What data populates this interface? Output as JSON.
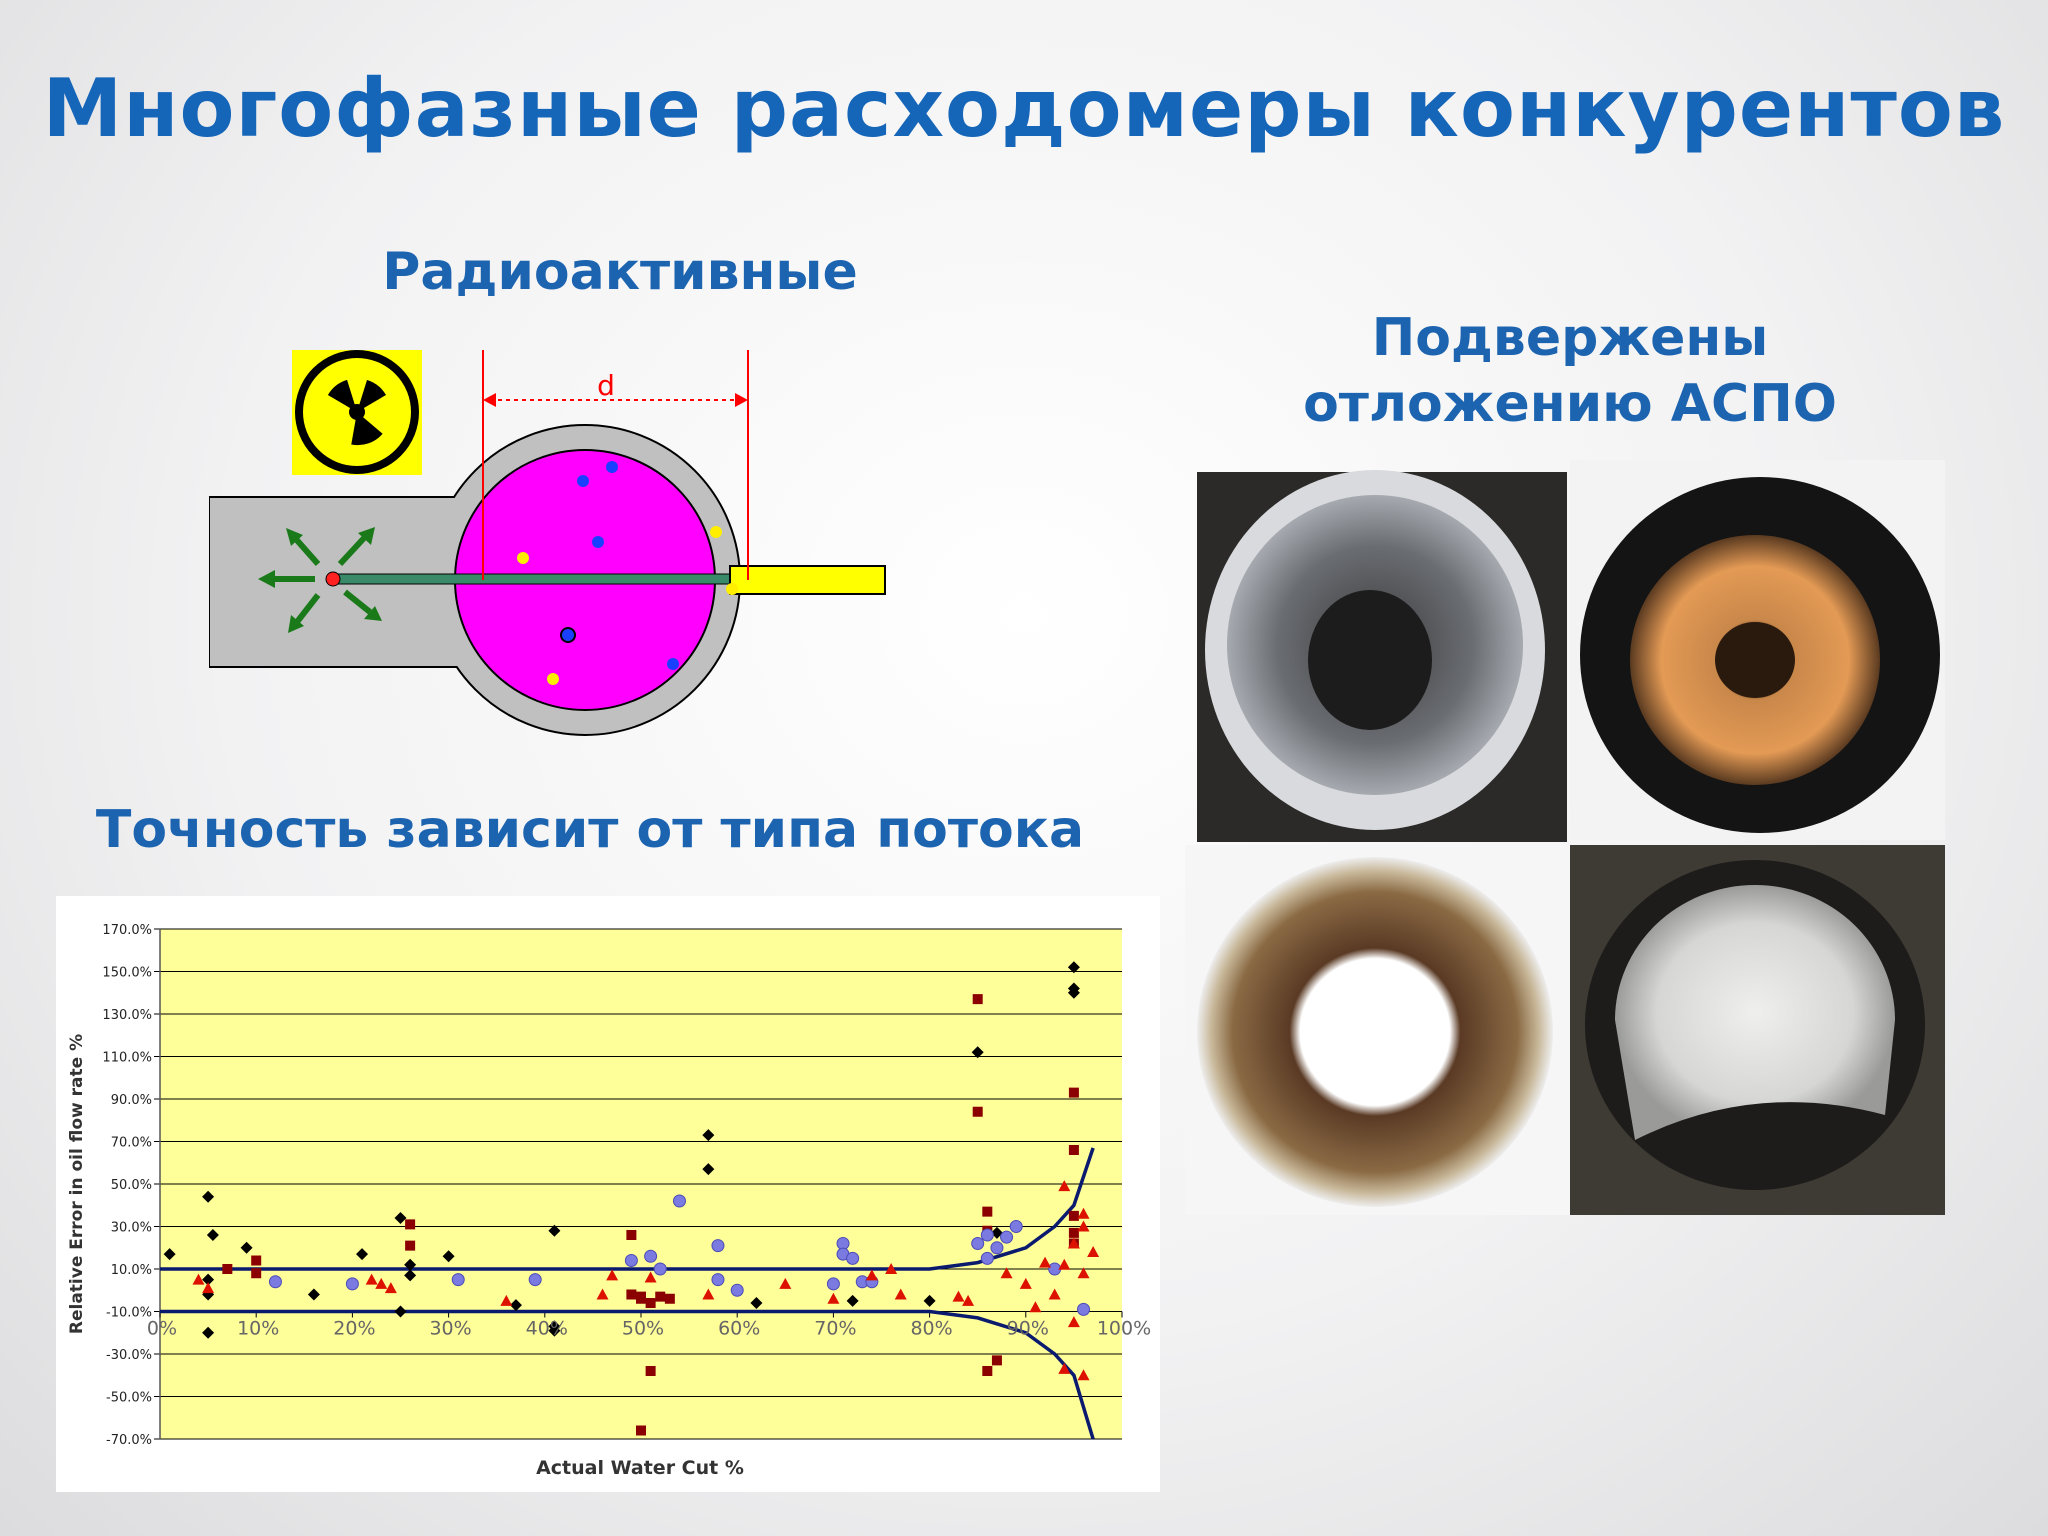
{
  "slide": {
    "title": "Многофазные расходомеры конкурентов",
    "radio_heading": "Радиоактивные",
    "aspo_heading_line1": "Подвержены",
    "aspo_heading_line2": "отложению АСПО",
    "accuracy_heading": "Точность зависит от типа потока"
  },
  "diagram": {
    "dimension_label": "d",
    "radiation_icon": "radiation-trefoil-icon",
    "colors": {
      "pipe_interior": "#ff00ff",
      "housing": "#c0c0c0",
      "radiation_sign_bg": "#ffff00",
      "detector": "#ffff00",
      "arrows": "#1a7a1a",
      "dimension_lines": "#ff0000"
    }
  },
  "photos": [
    {
      "name": "grey-deposit-pipe"
    },
    {
      "name": "orange-ring-deposit-pipe"
    },
    {
      "name": "brown-ring-deposit-pipe"
    },
    {
      "name": "white-plug-deposit-pipe"
    }
  ],
  "chart_data": {
    "type": "scatter",
    "title": "",
    "xlabel": "Actual Water Cut %",
    "ylabel": "Relative Error in oil flow rate %",
    "xlim": [
      0,
      100
    ],
    "ylim": [
      -70,
      170
    ],
    "x_ticks": [
      "0%",
      "10%",
      "20%",
      "30%",
      "40%",
      "50%",
      "60%",
      "70%",
      "80%",
      "90%",
      "100%"
    ],
    "y_ticks": [
      "170.0%",
      "150.0%",
      "130.0%",
      "110.0%",
      "90.0%",
      "70.0%",
      "50.0%",
      "30.0%",
      "10.0%",
      "-10.0%",
      "-30.0%",
      "-50.0%",
      "-70.0%"
    ],
    "grid": "horizontal",
    "background": "#ffff99",
    "envelope_color": "#0a1a6e",
    "envelope": {
      "upper": [
        [
          0,
          10
        ],
        [
          80,
          10
        ],
        [
          85,
          13
        ],
        [
          90,
          20
        ],
        [
          93,
          30
        ],
        [
          95,
          40
        ],
        [
          97,
          67
        ]
      ],
      "lower": [
        [
          0,
          -10
        ],
        [
          80,
          -10
        ],
        [
          85,
          -13
        ],
        [
          90,
          -20
        ],
        [
          93,
          -30
        ],
        [
          95,
          -40
        ],
        [
          97,
          -70
        ]
      ]
    },
    "series": [
      {
        "marker": "diamond",
        "color": "#000000",
        "points": [
          [
            1,
            17
          ],
          [
            5,
            -2
          ],
          [
            5,
            5
          ],
          [
            5,
            -20
          ],
          [
            5,
            44
          ],
          [
            5.5,
            26
          ],
          [
            9,
            20
          ],
          [
            16,
            -2
          ],
          [
            21,
            17
          ],
          [
            25,
            -10
          ],
          [
            25,
            34
          ],
          [
            26,
            12
          ],
          [
            26,
            7
          ],
          [
            30,
            16
          ],
          [
            37,
            -7
          ],
          [
            41,
            28
          ],
          [
            41,
            -17
          ],
          [
            41,
            -19
          ],
          [
            57,
            57
          ],
          [
            57,
            73
          ],
          [
            62,
            -6
          ],
          [
            72,
            -5
          ],
          [
            80,
            -5
          ],
          [
            85,
            22
          ],
          [
            85,
            112
          ],
          [
            87,
            27
          ],
          [
            95,
            152
          ],
          [
            95,
            140
          ],
          [
            95,
            142
          ]
        ]
      },
      {
        "marker": "square",
        "color": "#8b0000",
        "points": [
          [
            7,
            10
          ],
          [
            10,
            8
          ],
          [
            10,
            14
          ],
          [
            26,
            21
          ],
          [
            26,
            31
          ],
          [
            49,
            26
          ],
          [
            49,
            -2
          ],
          [
            50,
            -3
          ],
          [
            50,
            -4
          ],
          [
            51,
            -6
          ],
          [
            51,
            -38
          ],
          [
            50,
            -66
          ],
          [
            52,
            -3
          ],
          [
            53,
            -4
          ],
          [
            85,
            137
          ],
          [
            85,
            84
          ],
          [
            86,
            28
          ],
          [
            86,
            37
          ],
          [
            87,
            -33
          ],
          [
            86,
            -38
          ],
          [
            95,
            93
          ],
          [
            95,
            66
          ],
          [
            95,
            27
          ],
          [
            95,
            22
          ],
          [
            95,
            35
          ]
        ]
      },
      {
        "marker": "circle",
        "color": "#7a7ae0",
        "points": [
          [
            12,
            4
          ],
          [
            20,
            3
          ],
          [
            31,
            5
          ],
          [
            39,
            5
          ],
          [
            49,
            14
          ],
          [
            51,
            16
          ],
          [
            52,
            10
          ],
          [
            54,
            42
          ],
          [
            58,
            21
          ],
          [
            58,
            5
          ],
          [
            60,
            0
          ],
          [
            70,
            3
          ],
          [
            71,
            22
          ],
          [
            71,
            17
          ],
          [
            72,
            15
          ],
          [
            73,
            4
          ],
          [
            74,
            4
          ],
          [
            85,
            22
          ],
          [
            86,
            15
          ],
          [
            86,
            26
          ],
          [
            87,
            20
          ],
          [
            88,
            25
          ],
          [
            89,
            30
          ],
          [
            93,
            10
          ],
          [
            96,
            -9
          ]
        ]
      },
      {
        "marker": "triangle",
        "color": "#dd1100",
        "points": [
          [
            4,
            5
          ],
          [
            5,
            1
          ],
          [
            22,
            5
          ],
          [
            23,
            3
          ],
          [
            24,
            1
          ],
          [
            36,
            -5
          ],
          [
            46,
            -2
          ],
          [
            47,
            7
          ],
          [
            51,
            6
          ],
          [
            57,
            -2
          ],
          [
            65,
            3
          ],
          [
            70,
            -4
          ],
          [
            74,
            7
          ],
          [
            76,
            10
          ],
          [
            77,
            -2
          ],
          [
            83,
            -3
          ],
          [
            84,
            -5
          ],
          [
            88,
            8
          ],
          [
            90,
            3
          ],
          [
            91,
            -8
          ],
          [
            92,
            13
          ],
          [
            93,
            -2
          ],
          [
            94,
            12
          ],
          [
            94,
            49
          ],
          [
            94,
            -37
          ],
          [
            95,
            -15
          ],
          [
            96,
            36
          ],
          [
            96,
            8
          ],
          [
            97,
            18
          ],
          [
            96,
            -40
          ],
          [
            95,
            22
          ],
          [
            96,
            30
          ]
        ]
      }
    ]
  }
}
